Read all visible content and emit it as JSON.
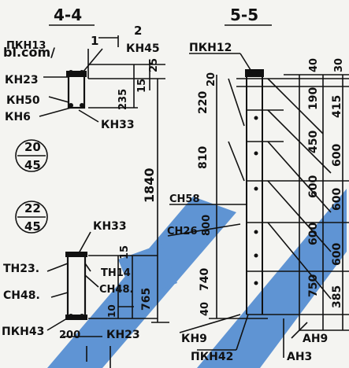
{
  "sections": {
    "left_title": "4-4",
    "right_title": "5-5"
  },
  "left_section": {
    "pkn13": "ПКН13",
    "watermark_url": "bl.com/",
    "kn23_top": "КН23",
    "kn50": "КН50",
    "kn6": "КН6",
    "kn45": "КН45",
    "kn33_top": "КН33",
    "dim_1": "1",
    "dim_2": "2",
    "dim_25": "25",
    "dim_235": "235",
    "dim_15_top": "15",
    "dim_1840": "1840",
    "circle1_top": "20",
    "circle1_bottom": "45",
    "circle2_top": "22",
    "circle2_bottom": "45",
    "kn33_bottom": "КН33",
    "th23": "ТН23.",
    "th14": "ТН14",
    "ch48_left": "СН48.",
    "ch48_right": "СН48.",
    "dim_15_bottom": "15",
    "dim_765": "765",
    "dim_10": "10",
    "pkn43": "ПКН43",
    "dim_200": "200",
    "kn23_bottom": "КН23"
  },
  "right_section": {
    "pkn12": "ПКН12",
    "dim_20": "20",
    "dim_220": "220",
    "dim_810": "810",
    "ch58": "СН58",
    "ch26": "СН26",
    "dim_800": "800",
    "dim_740": "740",
    "dim_40_left": "40",
    "kn9": "КН9",
    "pkn42": "ПКН42",
    "dim_40_top": "40",
    "dim_30": "30",
    "dim_190": "190",
    "dim_415": "415",
    "dim_450": "450",
    "dim_600_a": "600",
    "dim_600_b": "600",
    "dim_600_c": "600",
    "dim_600_d": "600",
    "dim_600_e": "600",
    "dim_750": "750",
    "dim_385": "385",
    "ah9": "АН9",
    "ah3": "АН3"
  }
}
